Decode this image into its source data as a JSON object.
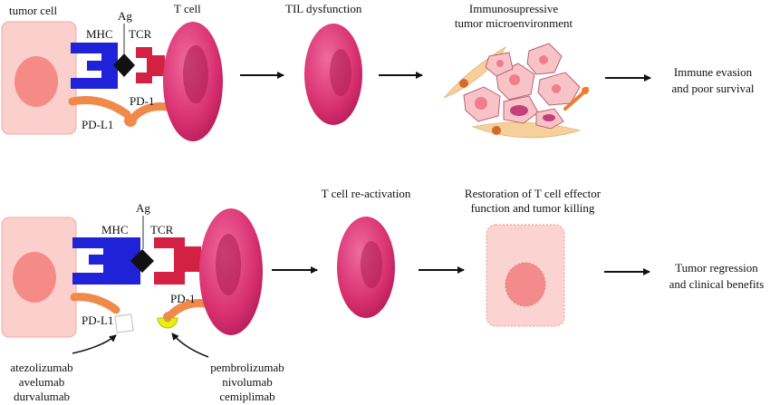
{
  "colors": {
    "tumor_cell_fill": "#fbd0cc",
    "tumor_cell_stroke": "#f0a9a2",
    "nucleus": "#f58b87",
    "t_cell": "#e0367a",
    "t_cell_dark": "#a81752",
    "mhc": "#1f22d6",
    "tcr": "#d42043",
    "ag": "#111111",
    "pd": "#f08a4b",
    "antibody_pd1": "#e9ef14",
    "restored_cell_fill": "#fbd4d1",
    "fibroblast": "#f6cf9b",
    "arrow": "#111111"
  },
  "top": {
    "tumor_cell_label": "tumor cell",
    "ag_label": "Ag",
    "t_cell_label": "T cell",
    "mhc_label": "MHC",
    "tcr_label": "TCR",
    "pd1_label": "PD-1",
    "pdl1_label": "PD-L1",
    "til_label": "TIL dysfunction",
    "microenv_label": [
      "Immunosupressive",
      "tumor microenvironment"
    ],
    "outcome_label": [
      "Immune evasion",
      "and poor survival"
    ]
  },
  "bottom": {
    "ag_label": "Ag",
    "mhc_label": "MHC",
    "tcr_label": "TCR",
    "pd1_label": "PD-1",
    "pdl1_label": "PD-L1",
    "reactivation_label": "T cell re-activation",
    "restoration_label": [
      "Restoration of T cell effector",
      "function and tumor killing"
    ],
    "outcome_label": [
      "Tumor regression",
      "and clinical benefits"
    ],
    "anti_pdl1_drugs": [
      "atezolizumab",
      "avelumab",
      "durvalumab"
    ],
    "anti_pd1_drugs": [
      "pembrolizumab",
      "nivolumab",
      "cemiplimab"
    ]
  }
}
